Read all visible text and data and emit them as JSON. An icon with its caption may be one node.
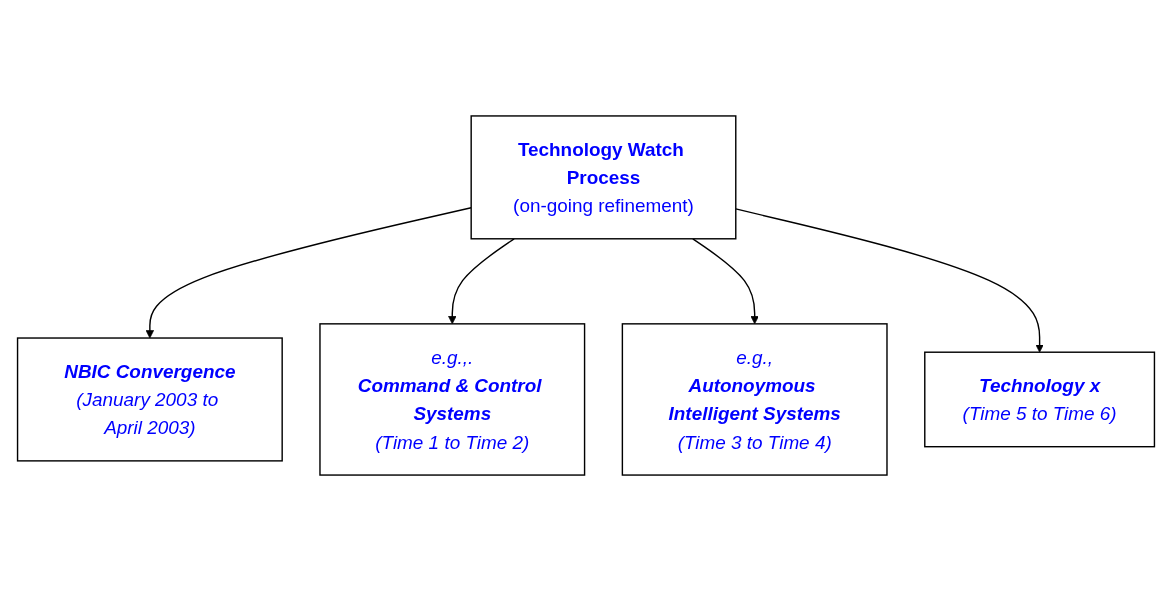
{
  "diagram": {
    "nodes": [
      {
        "text": [
          "Technology Watch Process",
          "(on-going refinement)"
        ]
      },
      {
        "text": [
          "NBIC Convergence",
          "(January 2003 to April 2003)"
        ]
      },
      {
        "text": [
          "e.g.,.",
          "Command & Control Systems",
          "(Time 1 to Time 2)"
        ]
      },
      {
        "text": [
          "e.g.,",
          "Autonoymous Intelligent Systems",
          "(Time 3 to Time 4)"
        ]
      },
      {
        "text": [
          "Technology x",
          "(Time 5 to Time 6)"
        ]
      }
    ],
    "edges": [
      {
        "from": 0,
        "to": 1,
        "arrow": "to"
      },
      {
        "from": 0,
        "to": 2,
        "arrow": "to"
      },
      {
        "from": 0,
        "to": 3,
        "arrow": "to"
      },
      {
        "from": 0,
        "to": 4,
        "arrow": "to"
      }
    ]
  }
}
